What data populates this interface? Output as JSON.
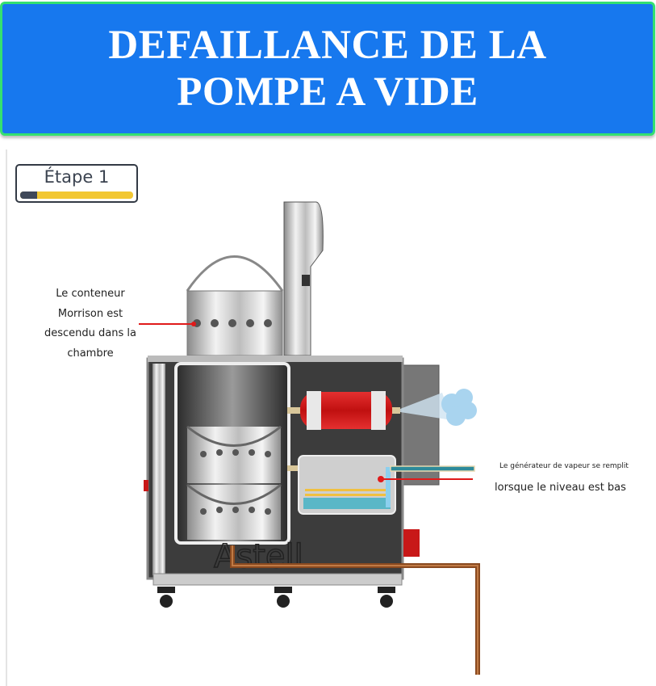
{
  "header": {
    "line1": "DEFAILLANCE DE LA",
    "line2": "POMPE A VIDE"
  },
  "step": {
    "label": "Étape 1",
    "progress_percent": 15
  },
  "annotations": {
    "container": [
      "Le conteneur",
      "Morrison est",
      "descendu dans la",
      "chambre"
    ],
    "generator_line1": "Le générateur de vapeur se remplit",
    "generator_line2": "lorsque le niveau est bas"
  },
  "machine": {
    "brand_logo": "Astell"
  },
  "colors": {
    "header_bg": "#1778ee",
    "header_border": "#35e070",
    "progress_track": "#f2c732",
    "progress_fill": "#3f4858",
    "pointer": "#e01a1a"
  }
}
